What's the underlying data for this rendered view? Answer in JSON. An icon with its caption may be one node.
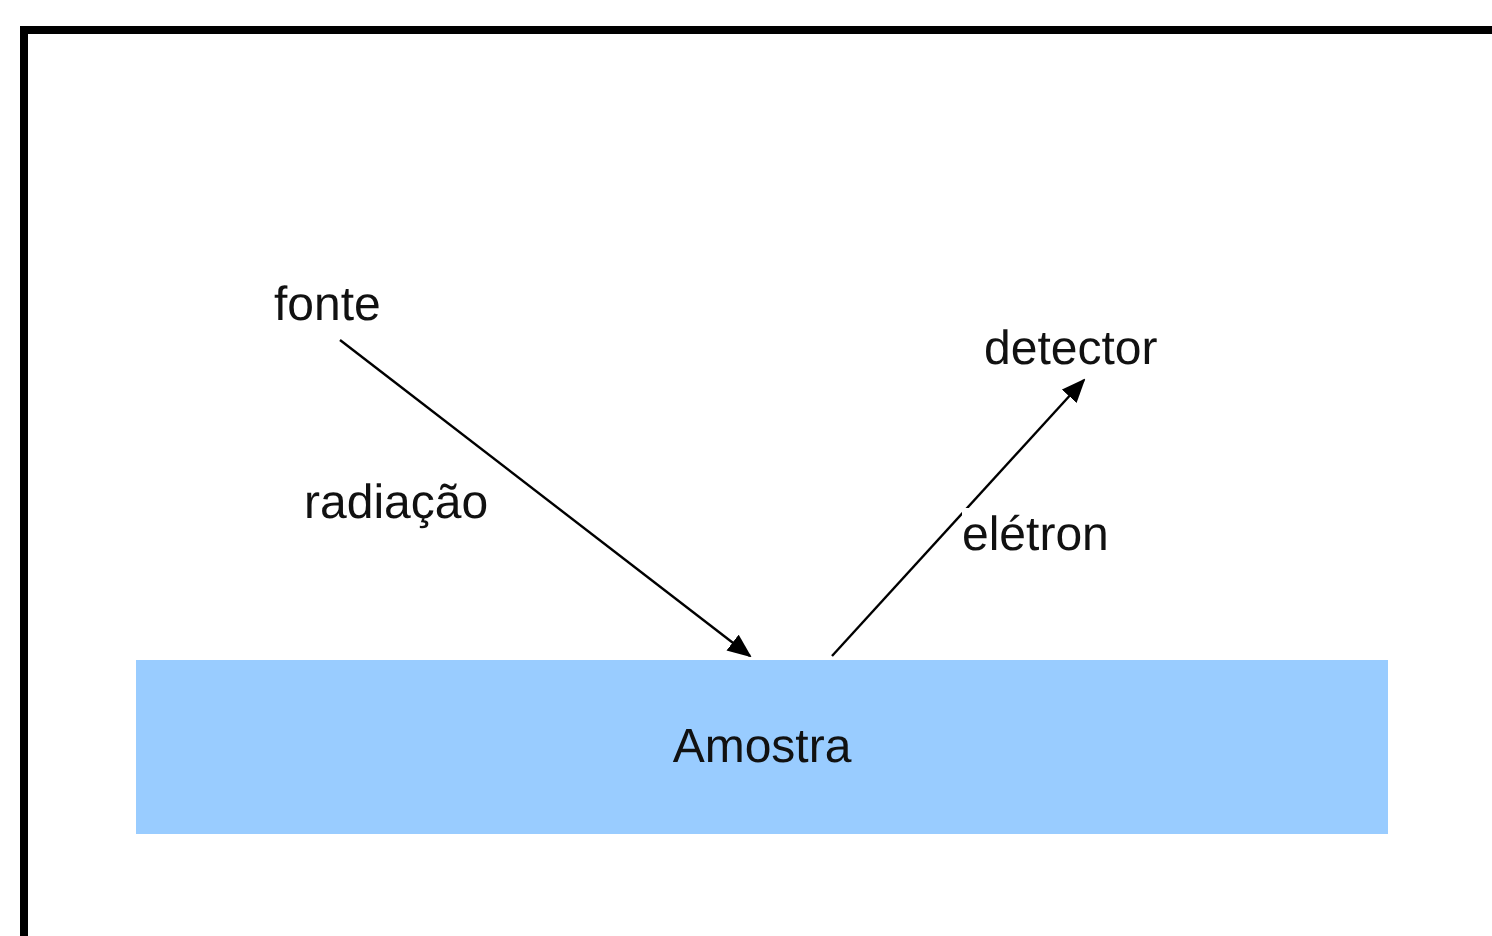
{
  "diagram": {
    "nodes": [
      {
        "text": [
          "fonte"
        ]
      },
      {
        "text": [
          "detector"
        ]
      },
      {
        "text": [
          "Amostra"
        ]
      }
    ],
    "edges": [
      {
        "from": 0,
        "to": 2,
        "arrow": "to",
        "label": "radiação"
      },
      {
        "from": 2,
        "to": 1,
        "arrow": "to",
        "label": "elétron"
      }
    ]
  }
}
